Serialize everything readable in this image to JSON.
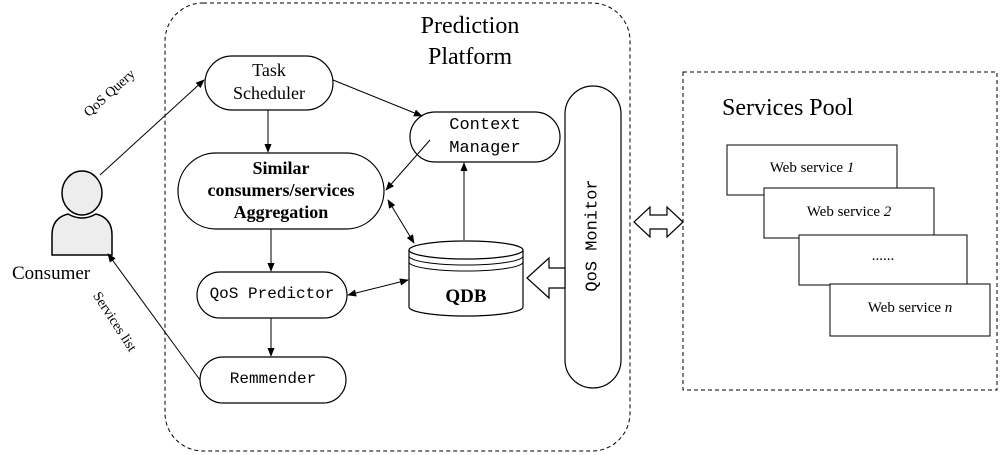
{
  "platform": {
    "title_line1": "Prediction",
    "title_line2": "Platform"
  },
  "consumer": {
    "label": "Consumer",
    "query_label": "QoS Query",
    "services_list_label": "Services list"
  },
  "task_scheduler": {
    "line1": "Task",
    "line2": "Scheduler"
  },
  "aggregation": {
    "line1": "Similar",
    "line2": "consumers/services",
    "line3": "Aggregation"
  },
  "context_manager": {
    "line1": "Context",
    "line2": "Manager"
  },
  "qos_predictor": {
    "label": "QoS Predictor"
  },
  "remmender": {
    "label": "Remmender"
  },
  "qdb": {
    "label": "QDB"
  },
  "qos_monitor": {
    "label": "QoS Monitor"
  },
  "services_pool": {
    "title": "Services Pool",
    "services": [
      {
        "prefix": "Web service ",
        "index": "1"
      },
      {
        "prefix": "Web service ",
        "index": "2"
      },
      {
        "prefix": "",
        "index": "......"
      },
      {
        "prefix": "Web service ",
        "index": "n"
      }
    ]
  },
  "colors": {
    "ink": "#000000",
    "background": "#ffffff",
    "person_fill": "#ededed"
  },
  "icons": {
    "consumer": "user-icon",
    "database": "database-icon",
    "exchange": "double-arrow-icon"
  }
}
